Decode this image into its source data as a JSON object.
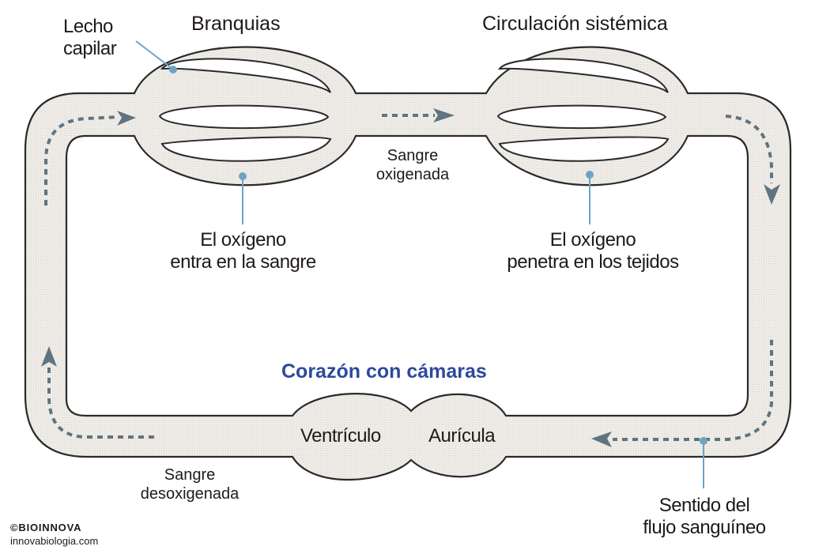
{
  "labels": {
    "lecho_capilar": [
      "Lecho",
      "capilar"
    ],
    "branquias": "Branquias",
    "circulacion_sistemica": "Circulación sistémica",
    "sangre_oxigenada": [
      "Sangre",
      "oxigenada"
    ],
    "oxigeno_entra": [
      "El oxígeno",
      "entra en la sangre"
    ],
    "oxigeno_penetra": [
      "El oxígeno",
      "penetra en los tejidos"
    ],
    "corazon_con_camaras": "Corazón con cámaras",
    "ventriculo": "Ventrículo",
    "auricula": "Aurícula",
    "sangre_desoxigenada": [
      "Sangre",
      "desoxigenada"
    ],
    "sentido_flujo": [
      "Sentido del",
      "flujo sanguíneo"
    ]
  },
  "credits": {
    "brand": "©BIOINNOVA",
    "website": "innovabiologia.com"
  },
  "colors": {
    "vessel_fill": "#eeebe6",
    "vessel_stroke": "#2a2a2a",
    "arrow": "#5f7480",
    "pointer": "#6fa3c4",
    "title_blue": "#2d4a9b"
  },
  "icons": {
    "flow_arrow": "dashed-arrow",
    "pointer_dot": "circle-marker"
  }
}
